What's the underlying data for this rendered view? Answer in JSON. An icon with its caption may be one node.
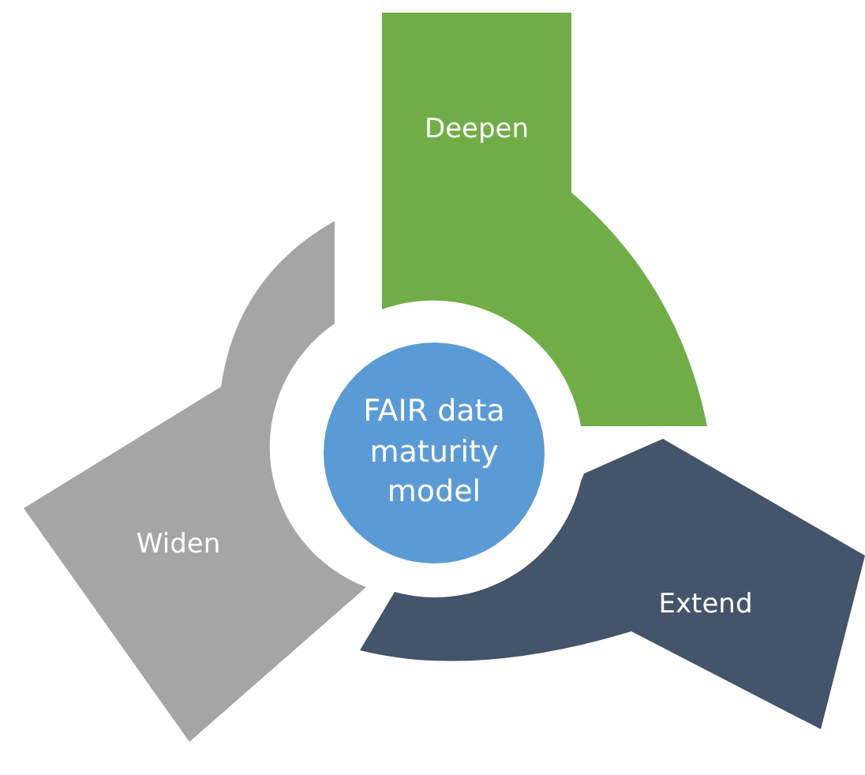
{
  "diagram": {
    "nodes": [
      {
        "text": [
          "Deepen"
        ]
      },
      {
        "text": [
          "Widen"
        ]
      },
      {
        "text": [
          "FAIR data maturity model"
        ]
      },
      {
        "text": [
          "Extend"
        ]
      }
    ]
  }
}
